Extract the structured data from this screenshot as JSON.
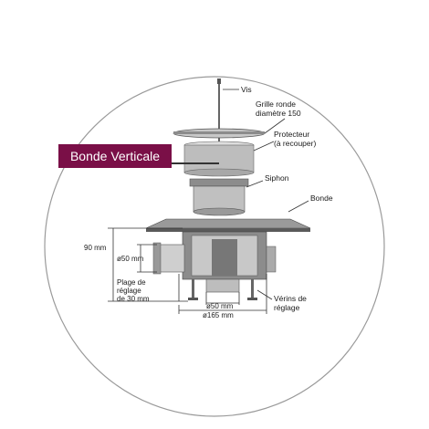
{
  "title": "Bonde Verticale",
  "colors": {
    "banner": "#7a0f47",
    "circle": "#9a9a9a",
    "part_dark": "#5a5a5a",
    "part_mid": "#8c8c8c",
    "part_light": "#c8c8c8"
  },
  "parts": {
    "vis": "Vis",
    "grille_1": "Grille ronde",
    "grille_2": "diamètre 150",
    "protecteur_1": "Protecteur",
    "protecteur_2": "(à recouper)",
    "siphon": "Siphon",
    "bonde": "Bonde",
    "verins_1": "Vérins de",
    "verins_2": "réglage"
  },
  "dimensions": {
    "height": "90 mm",
    "outlet_side": "ø50 mm",
    "plage_1": "Plage de",
    "plage_2": "réglage",
    "plage_3": "de 30 mm",
    "outlet_bottom": "ø50 mm",
    "diameter": "ø165 mm"
  }
}
